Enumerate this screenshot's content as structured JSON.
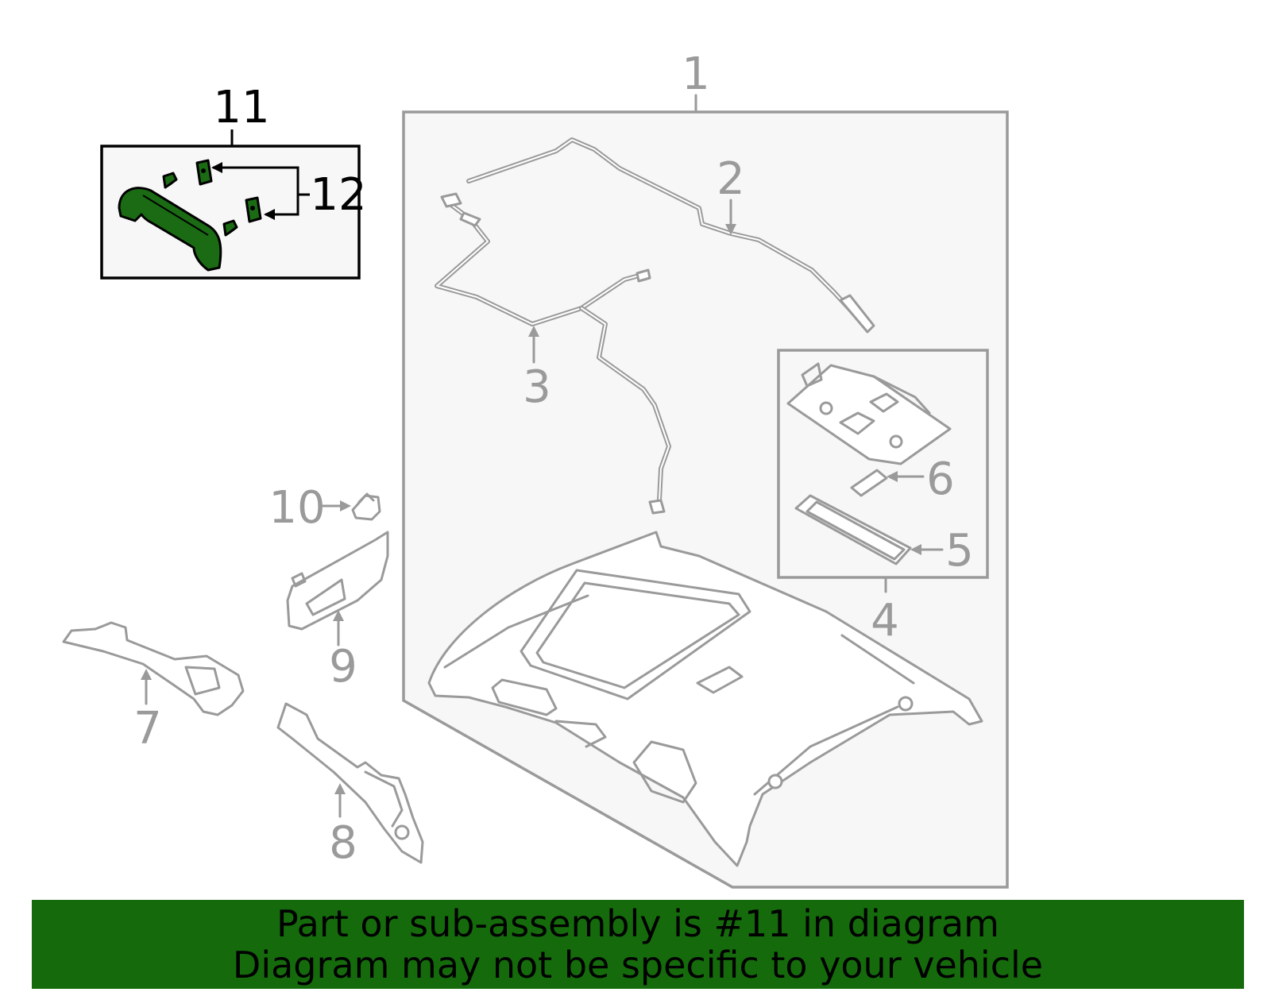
{
  "colors": {
    "highlight": "#1a6b14",
    "banner_bg": "#156b0c",
    "part_outline": "#9a9a9a",
    "assembly_fill": "#f7f7f7"
  },
  "callouts": {
    "c1": "1",
    "c2": "2",
    "c3": "3",
    "c4": "4",
    "c5": "5",
    "c6": "6",
    "c7": "7",
    "c8": "8",
    "c9": "9",
    "c10": "10",
    "c11": "11",
    "c12": "12"
  },
  "highlighted_callout": "11",
  "banner": {
    "line1": "Part or sub-assembly is #11 in diagram",
    "line2": "Diagram may not be specific to your vehicle"
  }
}
